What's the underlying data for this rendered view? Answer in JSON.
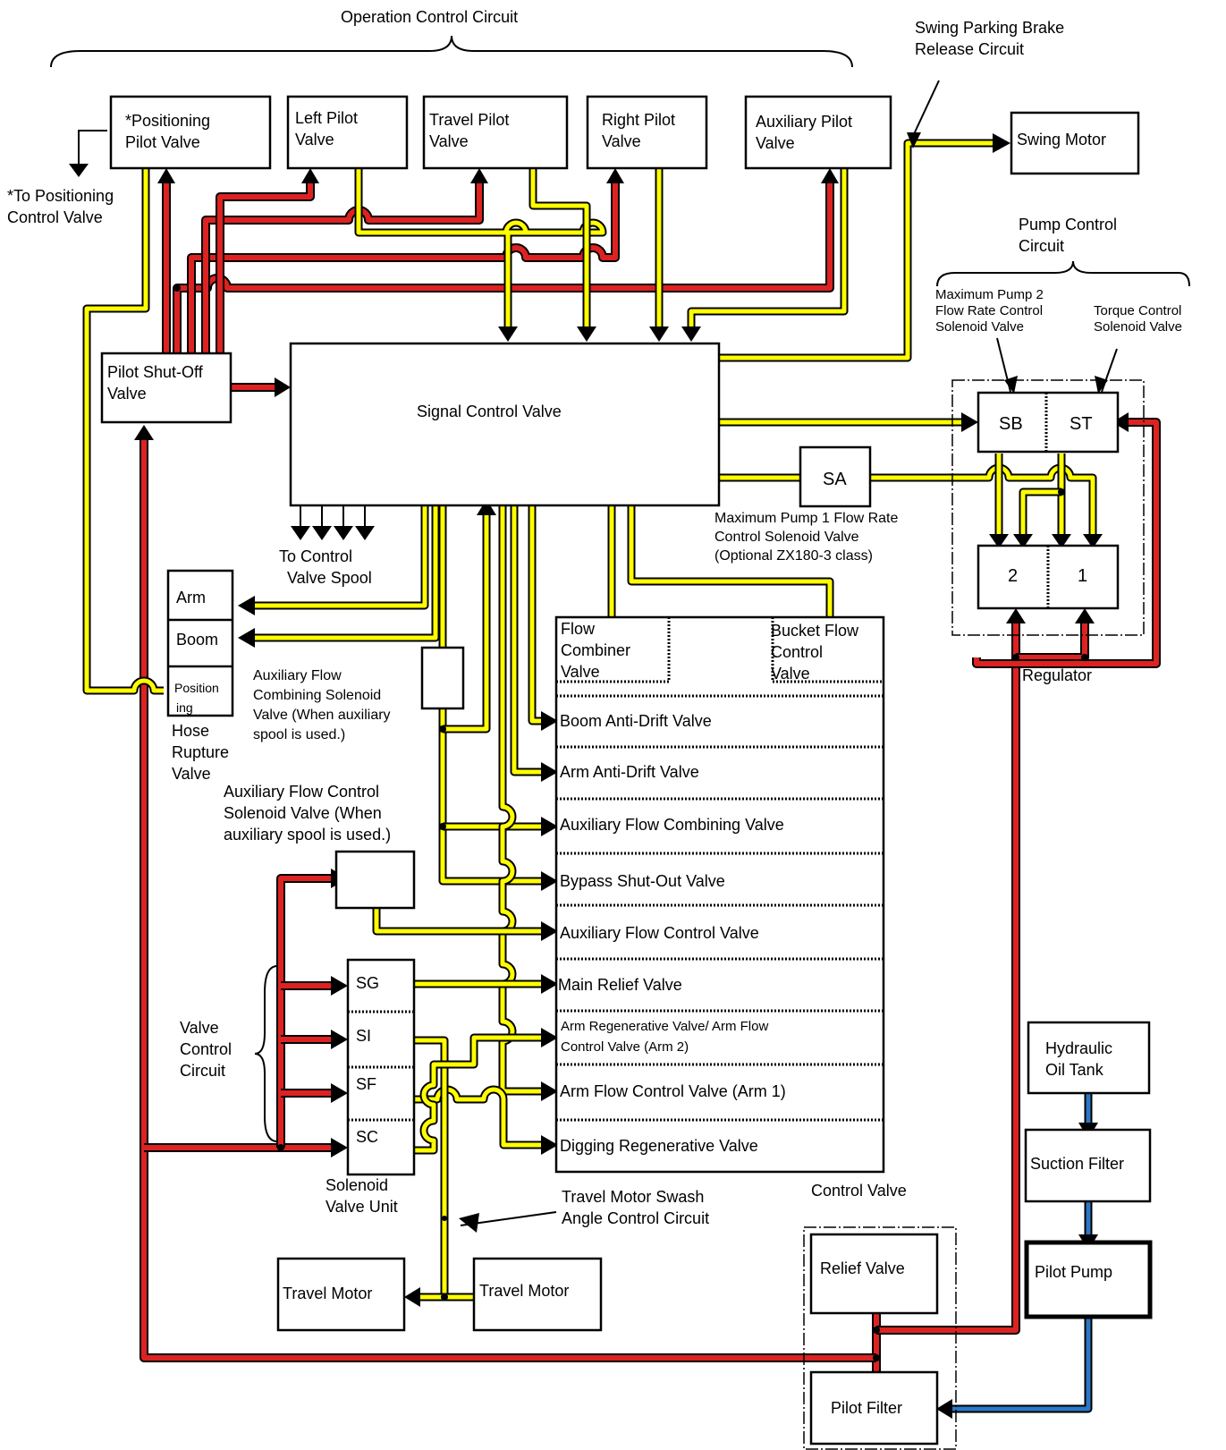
{
  "labels": {
    "operation_control_circuit": "Operation Control Circuit",
    "swing_parking_brake_line1": "Swing  Parking  Brake",
    "swing_parking_brake_line2": "Release Circuit",
    "swing_motor": "Swing Motor",
    "positioning_pilot_line1": "*Positioning",
    "positioning_pilot_line2": "Pilot Valve",
    "left_pilot_line1": "Left Pilot",
    "left_pilot_line2": "Valve",
    "travel_pilot_line1": "Travel Pilot",
    "travel_pilot_line2": "Valve",
    "right_pilot_line1": "Right Pilot",
    "right_pilot_line2": "Valve",
    "auxiliary_pilot_line1": "Auxiliary Pilot",
    "auxiliary_pilot_line2": "Valve",
    "to_positioning_line1": "*To Positioning",
    "to_positioning_line2": "Control Valve",
    "pump_control_line1": "Pump Control",
    "pump_control_line2": "Circuit",
    "max_pump2_line1": "Maximum Pump 2",
    "max_pump2_line2": "Flow Rate Control",
    "max_pump2_line3": "Solenoid Valve",
    "torque_control_line1": "Torque Control",
    "torque_control_line2": "Solenoid Valve",
    "pilot_shutoff_line1": "Pilot Shut-Off",
    "pilot_shutoff_line2": "Valve",
    "signal_control_valve": "Signal Control Valve",
    "sb": "SB",
    "st": "ST",
    "sa": "SA",
    "max_pump1_line1": "Maximum Pump 1 Flow Rate",
    "max_pump1_line2": "Control Solenoid Valve",
    "max_pump1_line3": "(Optional ZX180-3 class)",
    "regulator_2": "2",
    "regulator_1": "1",
    "regulator": "Regulator",
    "to_control_spool_line1": "To Control",
    "to_control_spool_line2": "Valve Spool",
    "arm": "Arm",
    "boom": "Boom",
    "positioning_line1": "Position",
    "positioning_line2": "ing",
    "hose_rupture_line1": "Hose",
    "hose_rupture_line2": "Rupture",
    "hose_rupture_line3": "Valve",
    "aux_combining_sol_line1": "Auxiliary Flow",
    "aux_combining_sol_line2": "Combining Solenoid",
    "aux_combining_sol_line3": "Valve (When auxiliary",
    "aux_combining_sol_line4": "spool is used.)",
    "aux_control_sol_line1": "Auxiliary Flow Control",
    "aux_control_sol_line2": "Solenoid Valve (When",
    "aux_control_sol_line3": "auxiliary spool is used.)",
    "flow_combiner_line1": "Flow",
    "flow_combiner_line2": "Combiner",
    "flow_combiner_line3": "Valve",
    "bucket_flow_line1": "Bucket Flow",
    "bucket_flow_line2": "Control",
    "bucket_flow_line3": "Valve",
    "boom_anti_drift": "Boom Anti-Drift Valve",
    "arm_anti_drift": "Arm Anti-Drift Valve",
    "aux_flow_combining_valve": "Auxiliary Flow Combining Valve",
    "bypass_shutout": "Bypass Shut-Out Valve",
    "aux_flow_control_valve": "Auxiliary Flow Control Valve",
    "main_relief": "Main Relief Valve",
    "arm_regen_line1": "Arm  Regenerative  Valve/  Arm  Flow",
    "arm_regen_line2": "Control Valve (Arm 2)",
    "arm_flow_control": "Arm Flow Control Valve (Arm 1)",
    "digging_regen": "Digging Regenerative Valve",
    "control_valve": "Control Valve",
    "valve_control_line1": "Valve",
    "valve_control_line2": "Control",
    "valve_control_line3": "Circuit",
    "sg": "SG",
    "si": "SI",
    "sf": "SF",
    "sc": "SC",
    "solenoid_unit_line1": "Solenoid",
    "solenoid_unit_line2": "Valve Unit",
    "travel_swash_line1": "Travel  Motor  Swash",
    "travel_swash_line2": "Angle Control Circuit",
    "travel_motor_left": "Travel Motor",
    "travel_motor_right": "Travel Motor",
    "hydraulic_tank_line1": "Hydraulic",
    "hydraulic_tank_line2": "Oil Tank",
    "suction_filter": "Suction Filter",
    "pilot_pump": "Pilot Pump",
    "relief_valve": "Relief Valve",
    "pilot_filter": "Pilot Filter"
  },
  "colors": {
    "pilot_pressure": "#dd2222",
    "signal_line": "#ffff00",
    "suction_return": "#2b78c5",
    "outline": "#000000"
  }
}
